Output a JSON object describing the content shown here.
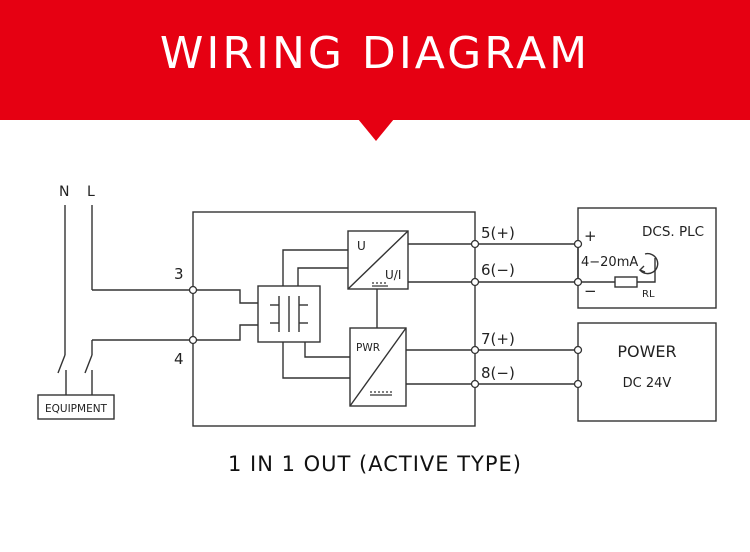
{
  "header": {
    "title": "WIRING DIAGRAM",
    "background_color": "#e60012",
    "text_color": "#ffffff"
  },
  "diagram": {
    "supply_labels": {
      "neutral": "N",
      "live": "L"
    },
    "equipment_label": "EQUIPMENT",
    "input_terminals": {
      "t3": "3",
      "t4": "4"
    },
    "converter_block": {
      "input_label": "U",
      "output_label": "U/I"
    },
    "power_block_label": "PWR",
    "output_terminals": {
      "t5": "5(+)",
      "t6": "6(−)",
      "t7": "7(+)",
      "t8": "8(−)"
    },
    "dcs_plc": {
      "title": "DCS. PLC",
      "plus": "+",
      "minus": "−",
      "signal": "4−20mA",
      "resistor": "RL"
    },
    "power": {
      "title": "POWER",
      "spec": "DC 24V"
    }
  },
  "caption": "1 IN 1 OUT (ACTIVE TYPE)"
}
